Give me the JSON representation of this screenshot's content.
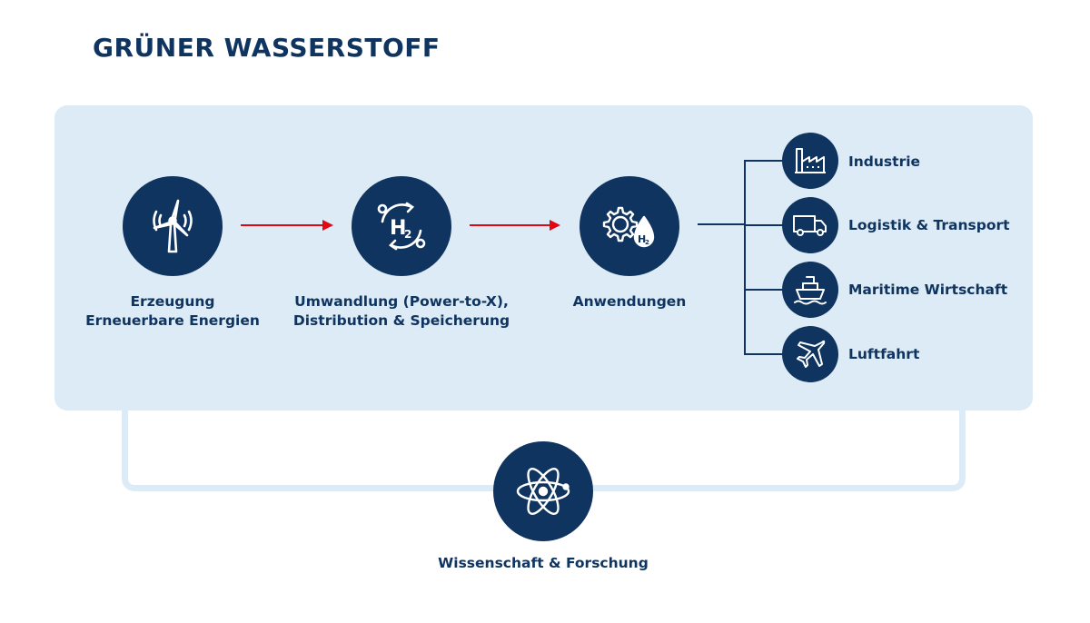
{
  "title": "GRÜNER WASSERSTOFF",
  "colors": {
    "navy": "#0f3460",
    "panel": "#dcebf5",
    "arrow": "#e30613"
  },
  "stages": [
    {
      "icon": "wind-turbine-icon",
      "label_line1": "Erzeugung",
      "label_line2": "Erneuerbare Energien"
    },
    {
      "icon": "h2-cycle-icon",
      "label_line1": "Umwandlung (Power-to-X),",
      "label_line2": "Distribution & Speicherung"
    },
    {
      "icon": "gear-h2-drop-icon",
      "label_line1": "Anwendungen"
    }
  ],
  "applications": [
    {
      "icon": "factory-icon",
      "label": "Industrie"
    },
    {
      "icon": "truck-icon",
      "label": "Logistik & Transport"
    },
    {
      "icon": "ship-icon",
      "label": "Maritime Wirtschaft"
    },
    {
      "icon": "airplane-icon",
      "label": "Luftfahrt"
    }
  ],
  "research": {
    "icon": "atom-icon",
    "label": "Wissenschaft & Forschung"
  }
}
